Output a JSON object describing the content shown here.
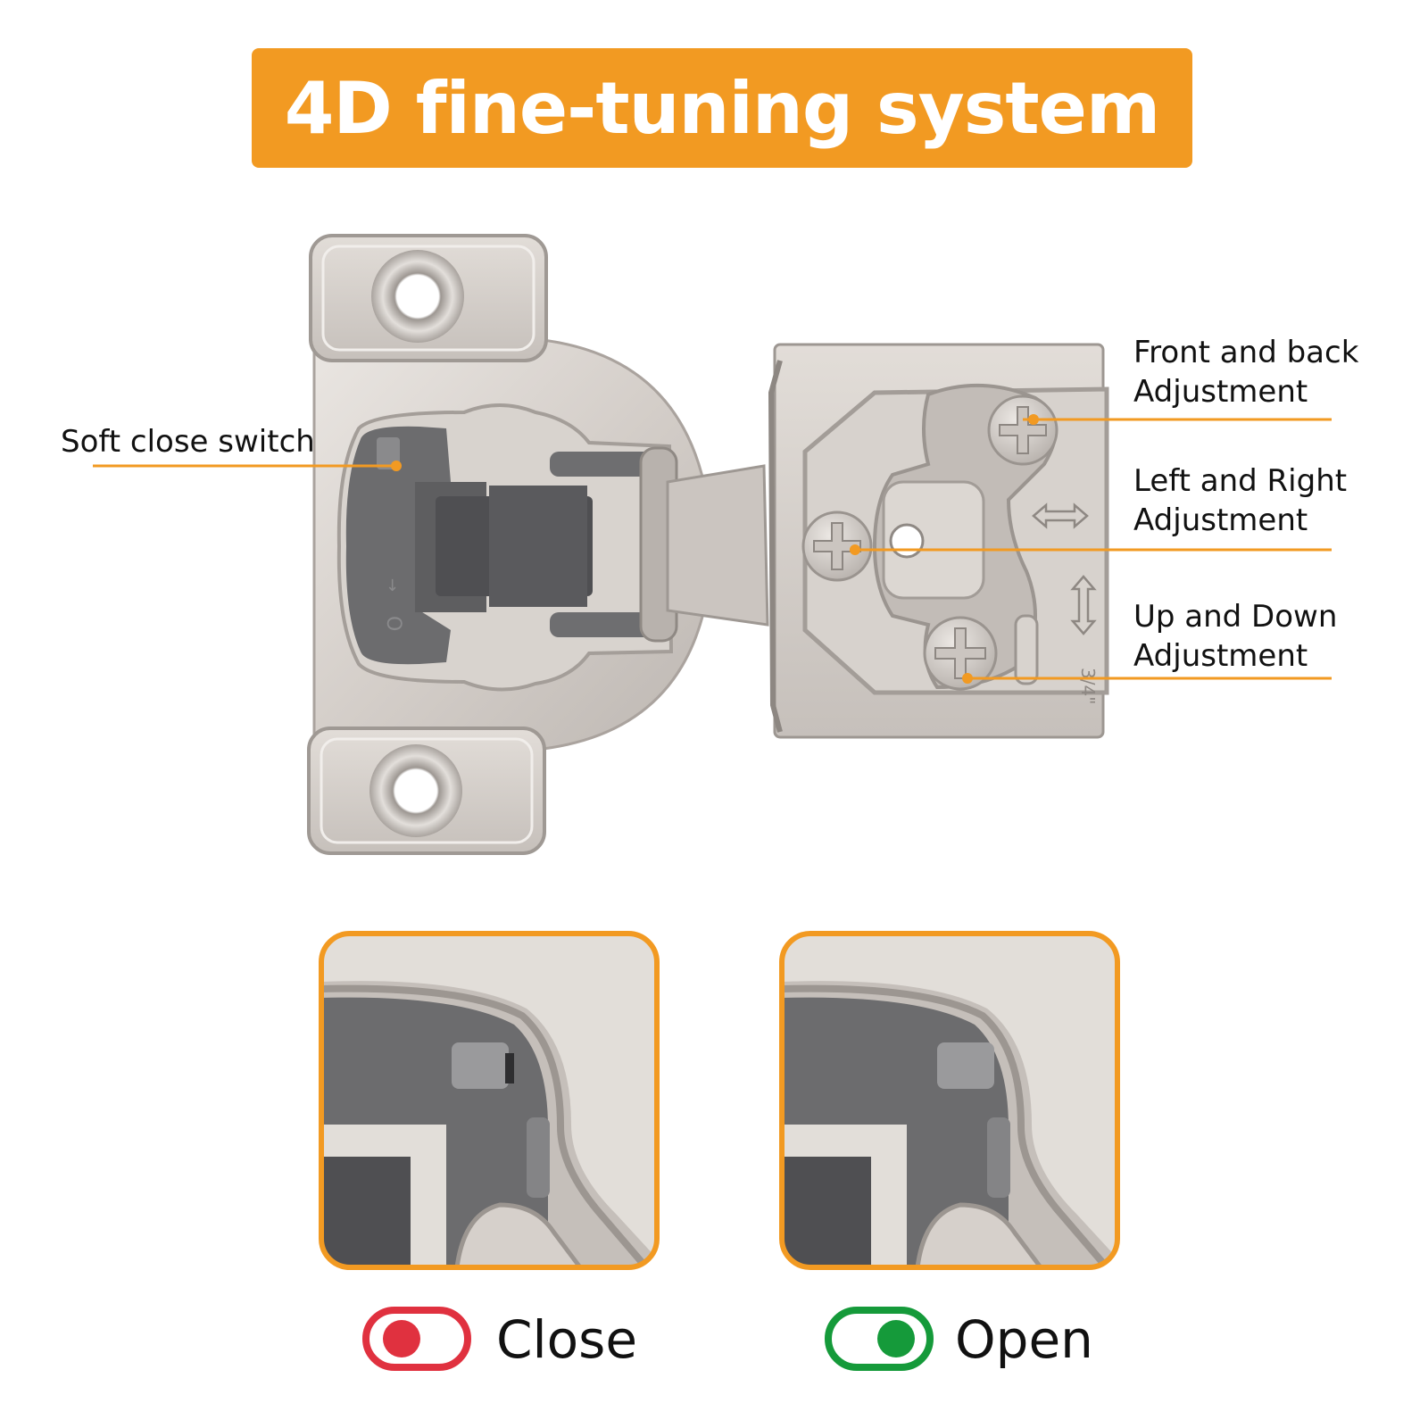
{
  "banner": {
    "title": "4D fine-tuning system"
  },
  "callouts": {
    "soft_close": "Soft close switch",
    "front_back_line1": "Front and back",
    "front_back_line2": "Adjustment",
    "left_right_line1": "Left and Right",
    "left_right_line2": "Adjustment",
    "up_down_line1": "Up and Down",
    "up_down_line2": "Adjustment"
  },
  "states": {
    "close_label": "Close",
    "open_label": "Open"
  },
  "colors": {
    "accent": "#f29a22",
    "close": "#e0313f",
    "open": "#159a3a",
    "metal": "#cfc9c4",
    "plastic": "#6e6e70"
  }
}
